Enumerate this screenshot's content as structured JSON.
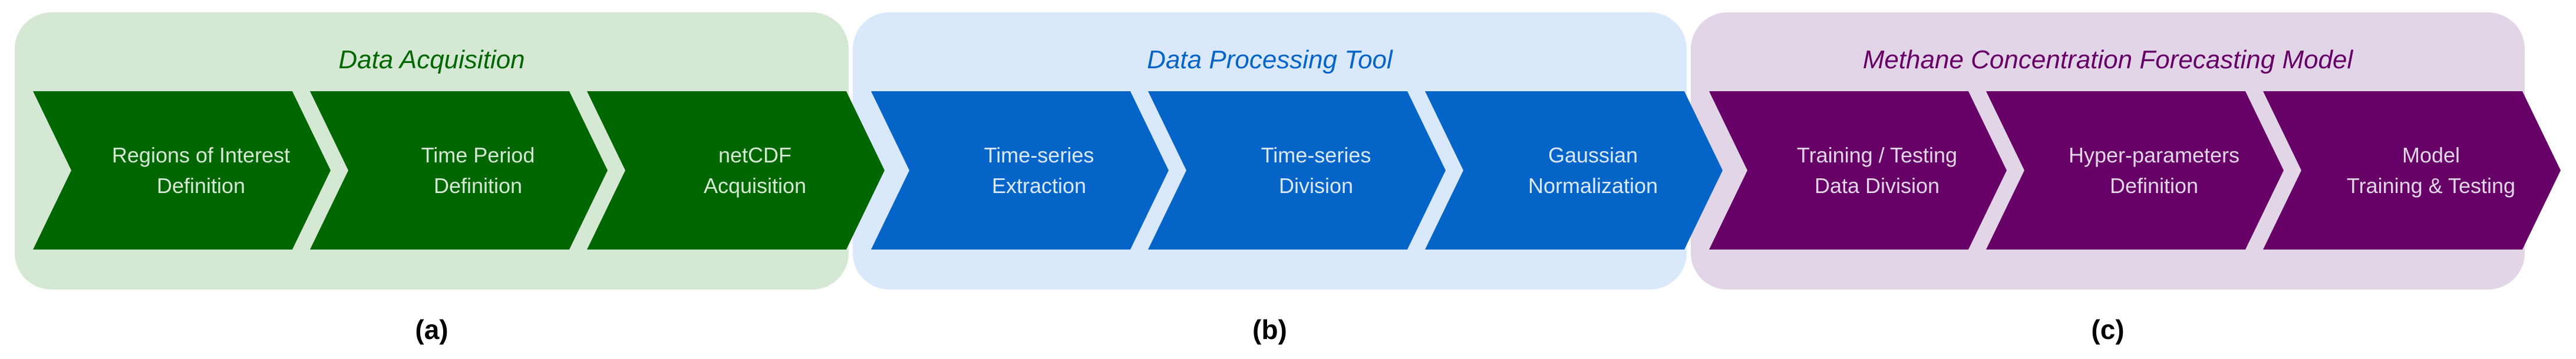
{
  "figure": {
    "background": "#ffffff",
    "caption_color": "#000000",
    "panels": [
      {
        "caption": "(a)",
        "title": "Data Acquisition",
        "colors": {
          "container": "#d5e8d4",
          "chevron": "#006600",
          "title": "#006600",
          "step_text": "#d5e8d4"
        },
        "steps": [
          {
            "lines": [
              "Regions of Interest",
              "Definition"
            ]
          },
          {
            "lines": [
              "Time Period",
              "Definition"
            ]
          },
          {
            "lines": [
              "netCDF",
              "Acquisition"
            ]
          }
        ]
      },
      {
        "caption": "(b)",
        "title": "Data Processing Tool",
        "colors": {
          "container": "#dae8fc",
          "chevron": "#0564c8",
          "title": "#0564c8",
          "step_text": "#dae8fc"
        },
        "steps": [
          {
            "lines": [
              "Time-series",
              "Extraction"
            ]
          },
          {
            "lines": [
              "Time-series",
              "Division"
            ]
          },
          {
            "lines": [
              "Gaussian",
              "Normalization"
            ]
          }
        ]
      },
      {
        "caption": "(c)",
        "title": "Methane Concentration Forecasting Model",
        "colors": {
          "container": "#e1d5e7",
          "chevron": "#660066",
          "title": "#660066",
          "step_text": "#e1d5e7"
        },
        "steps": [
          {
            "lines": [
              "Training / Testing",
              "Data Division"
            ]
          },
          {
            "lines": [
              "Hyper-parameters",
              "Definition"
            ]
          },
          {
            "lines": [
              "Model",
              "Training & Testing"
            ]
          }
        ]
      }
    ]
  }
}
